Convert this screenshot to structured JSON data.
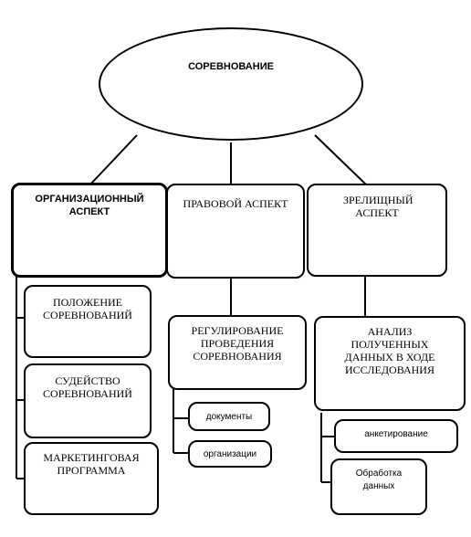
{
  "root": {
    "title": "СОРЕВНОВАНИЕ"
  },
  "aspects": [
    {
      "label": "ОРГАНИЗАЦИОННЫЙ АСПЕКТ"
    },
    {
      "label": "ПРАВОВОЙ АСПЕКТ"
    },
    {
      "label": "ЗРЕЛИЩНЫЙ АСПЕКТ"
    }
  ],
  "organizational_items": [
    {
      "label": "ПОЛОЖЕНИЕ СОРЕВНОВАНИЙ"
    },
    {
      "label": "СУДЕЙСТВО СОРЕВНОВАНИЙ"
    },
    {
      "label": "МАРКЕТИНГОВАЯ ПРОГРАММА"
    }
  ],
  "legal": {
    "main": "РЕГУЛИРОВАНИЕ ПРОВЕДЕНИЯ СОРЕВНОВАНИЯ",
    "items": [
      {
        "label": "документы"
      },
      {
        "label": "организации"
      }
    ]
  },
  "spectacular": {
    "main": "АНАЛИЗ ПОЛУЧЕННЫХ ДАННЫХ В ХОДЕ ИССЛЕДОВАНИЯ",
    "items": [
      {
        "label": "анкетирование"
      },
      {
        "label": "Обработка данных"
      }
    ]
  }
}
